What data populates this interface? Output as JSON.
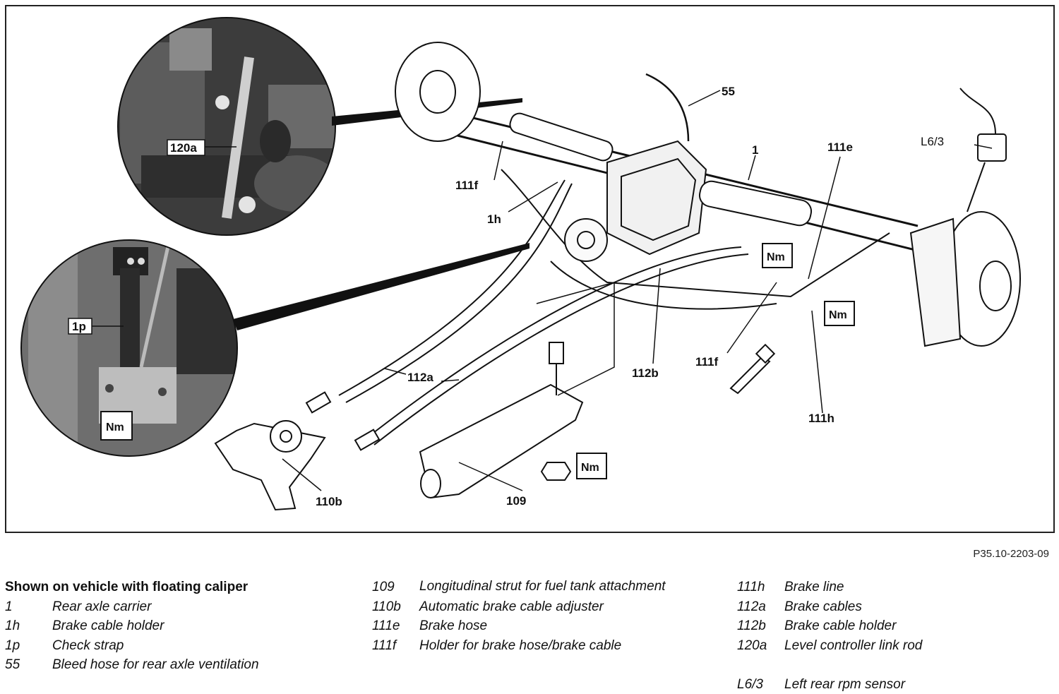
{
  "figure": {
    "reference": "P35.10-2203-09",
    "callouts": [
      {
        "id": "c55",
        "text": "55"
      },
      {
        "id": "c1",
        "text": "1"
      },
      {
        "id": "c111e",
        "text": "111e"
      },
      {
        "id": "cL63",
        "text": "L6/3"
      },
      {
        "id": "c111f_top",
        "text": "111f"
      },
      {
        "id": "c1h",
        "text": "1h"
      },
      {
        "id": "c120a",
        "text": "120a"
      },
      {
        "id": "c1p",
        "text": "1p"
      },
      {
        "id": "c112a",
        "text": "112a"
      },
      {
        "id": "c112b",
        "text": "112b"
      },
      {
        "id": "c111f_right",
        "text": "111f"
      },
      {
        "id": "c111h",
        "text": "111h"
      },
      {
        "id": "c110b",
        "text": "110b"
      },
      {
        "id": "c109",
        "text": "109"
      }
    ],
    "torque_label": "Nm"
  },
  "legend": {
    "heading": "Shown on vehicle with floating caliper",
    "column1": [
      {
        "code": "1",
        "description": "Rear axle carrier"
      },
      {
        "code": "1h",
        "description": "Brake cable holder"
      },
      {
        "code": "1p",
        "description": "Check strap"
      },
      {
        "code": "55",
        "description": "Bleed hose for rear axle ventilation"
      }
    ],
    "column2": [
      {
        "code": "109",
        "description": "Longitudinal strut for fuel tank attachment"
      },
      {
        "code": "110b",
        "description": "Automatic brake cable adjuster"
      },
      {
        "code": "111e",
        "description": "Brake hose"
      },
      {
        "code": "111f",
        "description": "Holder for brake hose/brake cable"
      }
    ],
    "column3": [
      {
        "code": "111h",
        "description": "Brake line"
      },
      {
        "code": "112a",
        "description": "Brake cables"
      },
      {
        "code": "112b",
        "description": "Brake cable holder"
      },
      {
        "code": "120a",
        "description": "Level controller link rod"
      }
    ],
    "column3_extra": [
      {
        "code": "L6/3",
        "description": "Left rear rpm sensor"
      }
    ]
  }
}
